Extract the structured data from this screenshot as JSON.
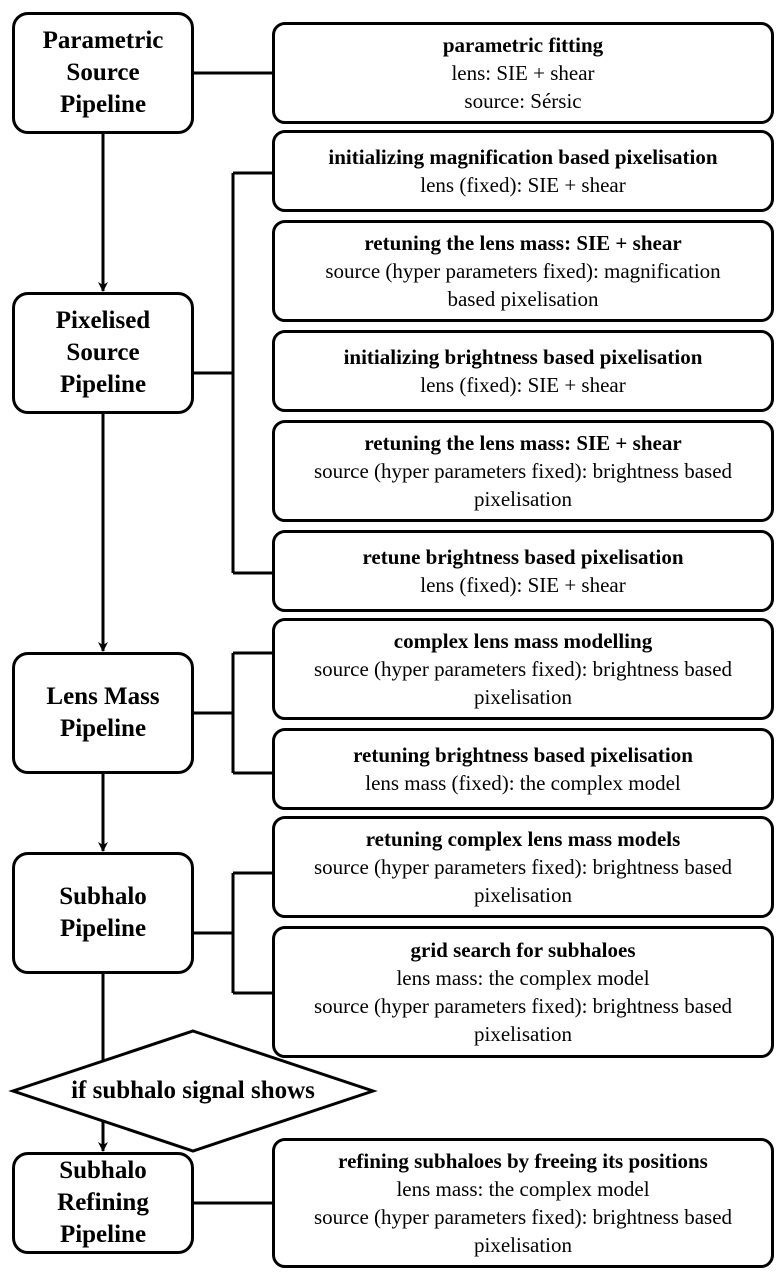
{
  "pipelines": {
    "parametric": [
      "Parametric",
      "Source",
      "Pipeline"
    ],
    "pixelised": [
      "Pixelised",
      "Source",
      "Pipeline"
    ],
    "lens_mass": [
      "Lens Mass",
      "Pipeline"
    ],
    "subhalo": [
      "Subhalo",
      "Pipeline"
    ],
    "refining": [
      "Subhalo",
      "Refining",
      "Pipeline"
    ]
  },
  "decision": {
    "label": "if subhalo signal shows"
  },
  "steps": [
    {
      "title": "parametric fitting",
      "lines": [
        "lens: SIE + shear",
        "source: Sérsic"
      ]
    },
    {
      "title": "initializing magnification based pixelisation",
      "lines": [
        "lens (fixed): SIE + shear"
      ]
    },
    {
      "title": "retuning the lens mass: SIE + shear",
      "lines": [
        "source (hyper parameters fixed): magnification",
        "based pixelisation"
      ]
    },
    {
      "title": "initializing brightness based pixelisation",
      "lines": [
        "lens (fixed): SIE + shear"
      ]
    },
    {
      "title": "retuning the lens mass: SIE + shear",
      "lines": [
        "source (hyper parameters fixed): brightness based",
        "pixelisation"
      ]
    },
    {
      "title": "retune brightness based pixelisation",
      "lines": [
        "lens (fixed): SIE + shear"
      ]
    },
    {
      "title": "complex lens mass modelling",
      "lines": [
        "source (hyper parameters fixed): brightness based",
        "pixelisation"
      ]
    },
    {
      "title": "retuning brightness based pixelisation",
      "lines": [
        "lens mass (fixed): the complex model"
      ]
    },
    {
      "title": "retuning complex lens mass models",
      "lines": [
        "source (hyper parameters fixed): brightness based",
        "pixelisation"
      ]
    },
    {
      "title": "grid search for subhaloes",
      "lines": [
        "lens mass: the complex model",
        "source (hyper parameters fixed): brightness based",
        "pixelisation"
      ]
    },
    {
      "title": "refining subhaloes by freeing its positions",
      "lines": [
        "lens mass: the complex model",
        "source (hyper parameters fixed): brightness based",
        "pixelisation"
      ]
    }
  ]
}
